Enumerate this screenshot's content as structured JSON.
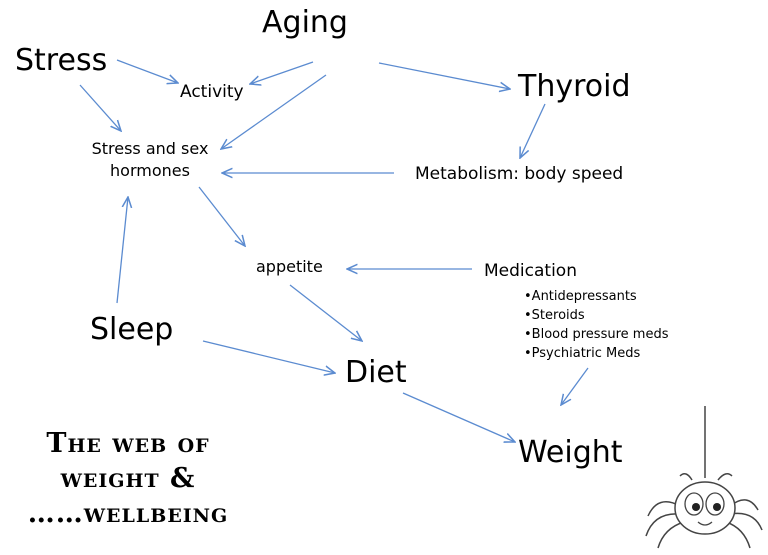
{
  "nodes": {
    "aging": "Aging",
    "stress": "Stress",
    "activity": "Activity",
    "thyroid": "Thyroid",
    "stress_hormones_line1": "Stress and sex",
    "stress_hormones_line2": "hormones",
    "metabolism": "Metabolism: body speed",
    "appetite": "appetite",
    "medication": "Medication",
    "sleep": "Sleep",
    "diet": "Diet",
    "weight": "Weight"
  },
  "medication_list": [
    "Antidepressants",
    "Steroids",
    "Blood pressure meds",
    "Psychiatric Meds"
  ],
  "title": {
    "line1": "The web of",
    "line2": "weight &",
    "line3": "……wellbeing"
  },
  "colors": {
    "arrow": "#5b8bd0",
    "text": "#000000",
    "background": "#ffffff"
  },
  "icons": [
    "spider-icon"
  ]
}
